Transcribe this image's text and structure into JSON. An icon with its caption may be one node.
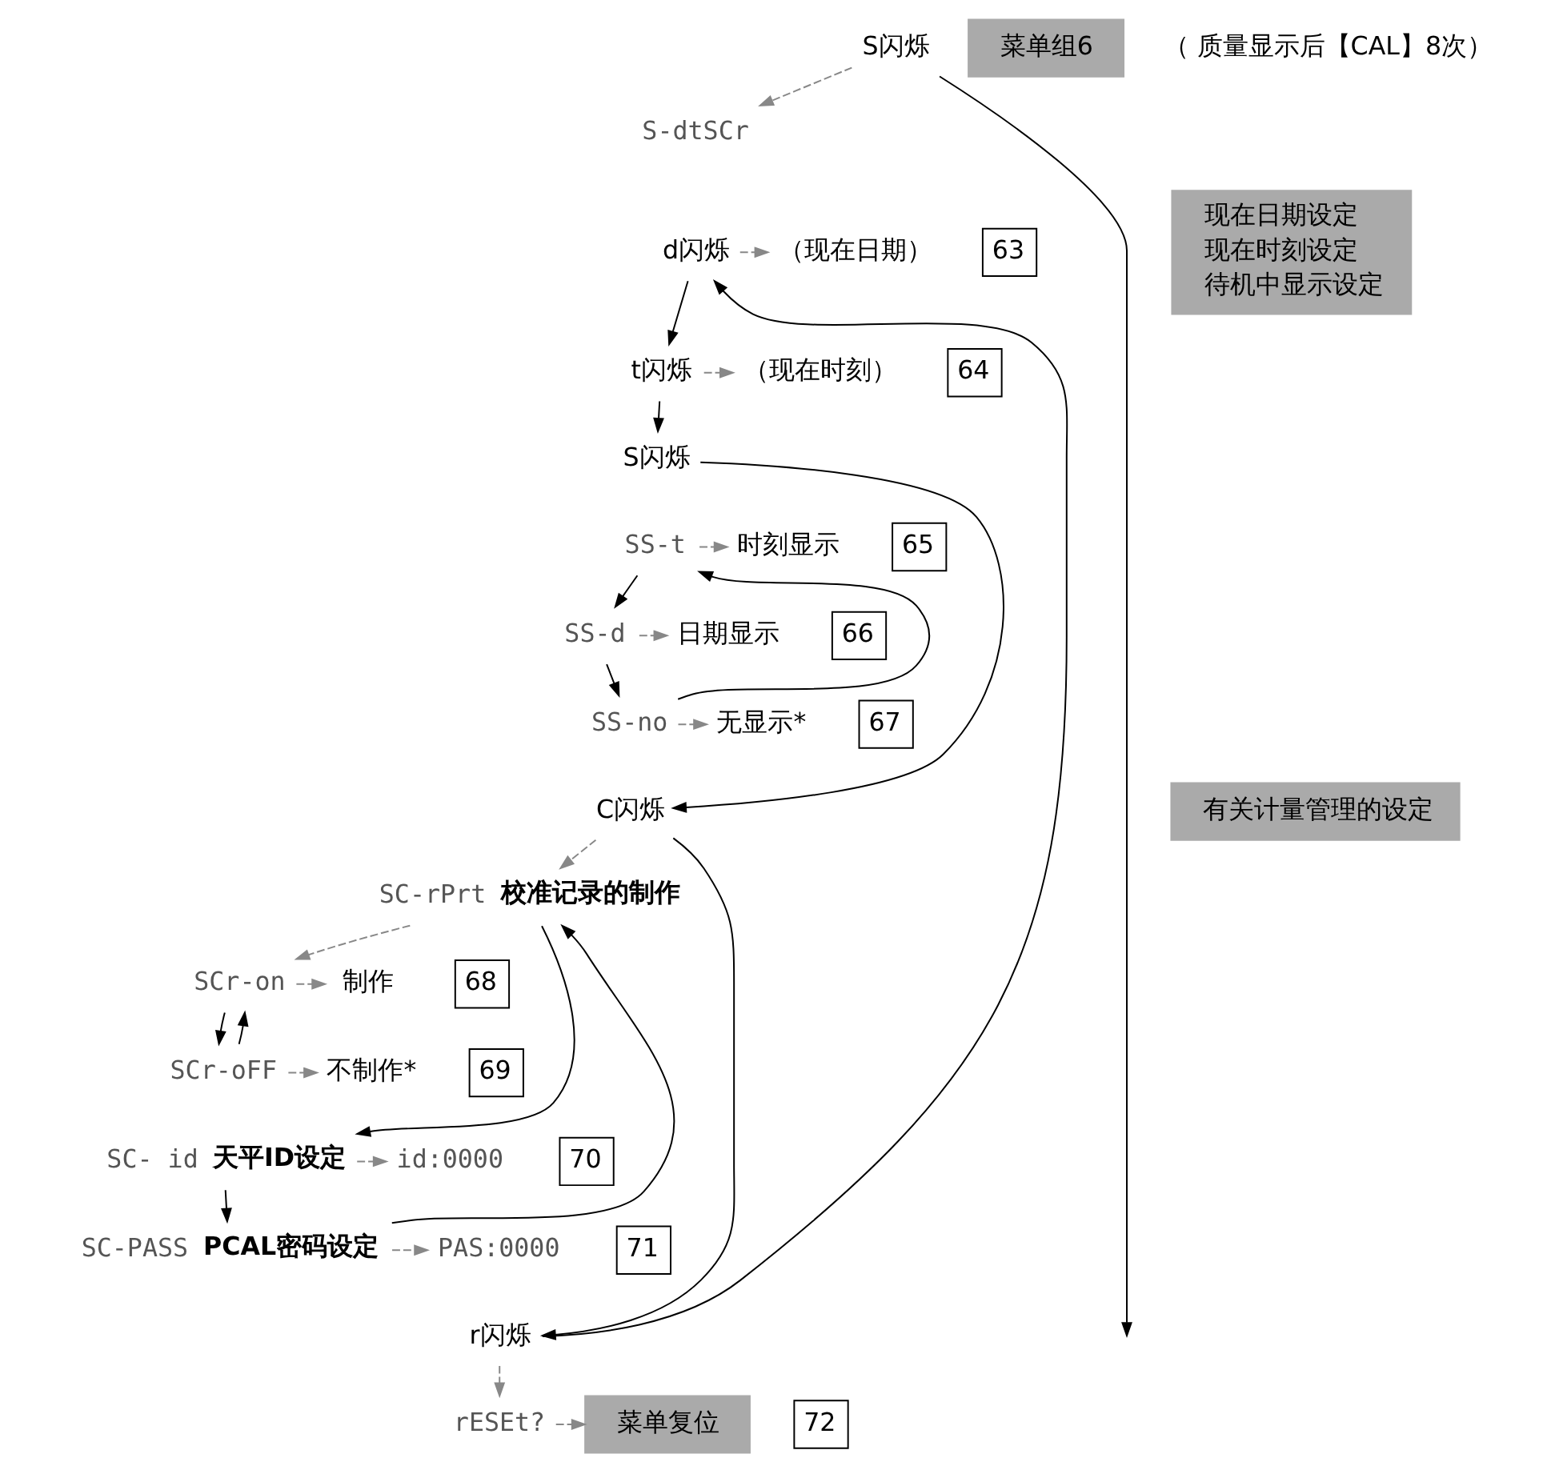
{
  "diagram": {
    "nodes": [
      {
        "text": [
          "S闪烁"
        ]
      },
      {
        "text": [
          "菜单组6"
        ]
      },
      {
        "text": [
          "S-dtSCr"
        ]
      },
      {
        "text": [
          "d闪烁"
        ]
      },
      {
        "text": [
          "（现在日期）"
        ]
      },
      {
        "text": [
          "现在日期设定",
          "现在时刻设定",
          "待机中显示设定"
        ]
      },
      {
        "text": [
          "t闪烁"
        ]
      },
      {
        "text": [
          "（现在时刻）"
        ]
      },
      {
        "text": [
          "S闪烁"
        ]
      },
      {
        "text": [
          "SS-t"
        ]
      },
      {
        "text": [
          "时刻显示"
        ]
      },
      {
        "text": [
          "SS-d"
        ]
      },
      {
        "text": [
          "日期显示"
        ]
      },
      {
        "text": [
          "SS-no"
        ]
      },
      {
        "text": [
          "无显示*"
        ]
      },
      {
        "text": [
          "C闪烁"
        ]
      },
      {
        "text": [
          "有关计量管理的设定"
        ]
      },
      {
        "text": [
          "SC-rPrt"
        ],
        "beside": [
          "校准记录的制作"
        ]
      },
      {
        "text": [
          "SCr-on"
        ]
      },
      {
        "text": [
          "制作"
        ]
      },
      {
        "text": [
          "SCr-oFF"
        ]
      },
      {
        "text": [
          "不制作*"
        ]
      },
      {
        "text": [
          "SC- id"
        ],
        "beside": [
          "天平ID设定"
        ]
      },
      {
        "text": [
          "id:0000"
        ]
      },
      {
        "text": [
          "SC-PASS"
        ],
        "beside": [
          "PCAL密码设定"
        ]
      },
      {
        "text": [
          "PAS:0000"
        ]
      },
      {
        "text": [
          "r闪烁"
        ]
      },
      {
        "text": [
          "rESEt?"
        ]
      },
      {
        "text": [
          "菜单复位"
        ]
      }
    ],
    "edges": [
      {
        "from": 0,
        "to": 2,
        "arrow": "to",
        "style": "dashed"
      },
      {
        "from": 0,
        "to": null,
        "arrow": "to",
        "color": "#000000"
      },
      {
        "from": 3,
        "to": 4,
        "arrow": "to",
        "style": "dashed"
      },
      {
        "from": 6,
        "to": 7,
        "arrow": "to",
        "style": "dashed"
      },
      {
        "from": 3,
        "to": 6,
        "arrow": "to",
        "color": "#000000"
      },
      {
        "from": 6,
        "to": 8,
        "arrow": "to",
        "color": "#000000"
      },
      {
        "from": 8,
        "to": 15,
        "arrow": "to",
        "color": "#000000"
      },
      {
        "from": 15,
        "to": 26,
        "arrow": "to",
        "color": "#000000"
      },
      {
        "from": 26,
        "to": 3,
        "arrow": "to",
        "color": "#000000"
      },
      {
        "from": 9,
        "to": 10,
        "arrow": "to",
        "style": "dashed"
      },
      {
        "from": 11,
        "to": 12,
        "arrow": "to",
        "style": "dashed"
      },
      {
        "from": 13,
        "to": 14,
        "arrow": "to",
        "style": "dashed"
      },
      {
        "from": 9,
        "to": 11,
        "arrow": "to",
        "color": "#000000"
      },
      {
        "from": 11,
        "to": 13,
        "arrow": "to",
        "color": "#000000"
      },
      {
        "from": 13,
        "to": 9,
        "arrow": "to",
        "color": "#000000"
      },
      {
        "from": 15,
        "to": 17,
        "arrow": "to",
        "style": "dashed"
      },
      {
        "from": 17,
        "to": 18,
        "arrow": "to",
        "style": "dashed"
      },
      {
        "from": 18,
        "to": 19,
        "arrow": "to",
        "style": "dashed"
      },
      {
        "from": 20,
        "to": 21,
        "arrow": "to",
        "style": "dashed"
      },
      {
        "from": 18,
        "to": 20,
        "arrow": "to",
        "color": "#000000"
      },
      {
        "from": 20,
        "to": 18,
        "arrow": "to",
        "color": "#000000"
      },
      {
        "from": 17,
        "to": 22,
        "arrow": "to",
        "color": "#000000"
      },
      {
        "from": 22,
        "to": 24,
        "arrow": "to",
        "color": "#000000"
      },
      {
        "from": 24,
        "to": 17,
        "arrow": "to",
        "color": "#000000"
      },
      {
        "from": 22,
        "to": 23,
        "arrow": "to",
        "style": "dashed"
      },
      {
        "from": 24,
        "to": 25,
        "arrow": "to",
        "style": "dashed"
      },
      {
        "from": 26,
        "to": 27,
        "arrow": "to",
        "style": "dashed"
      },
      {
        "from": 27,
        "to": 28,
        "arrow": "to",
        "style": "dashed"
      }
    ],
    "labels": [
      "（ 质量显示后【CAL】8次）",
      "63",
      "64",
      "65",
      "66",
      "67",
      "68",
      "69",
      "70",
      "71",
      "72"
    ]
  }
}
